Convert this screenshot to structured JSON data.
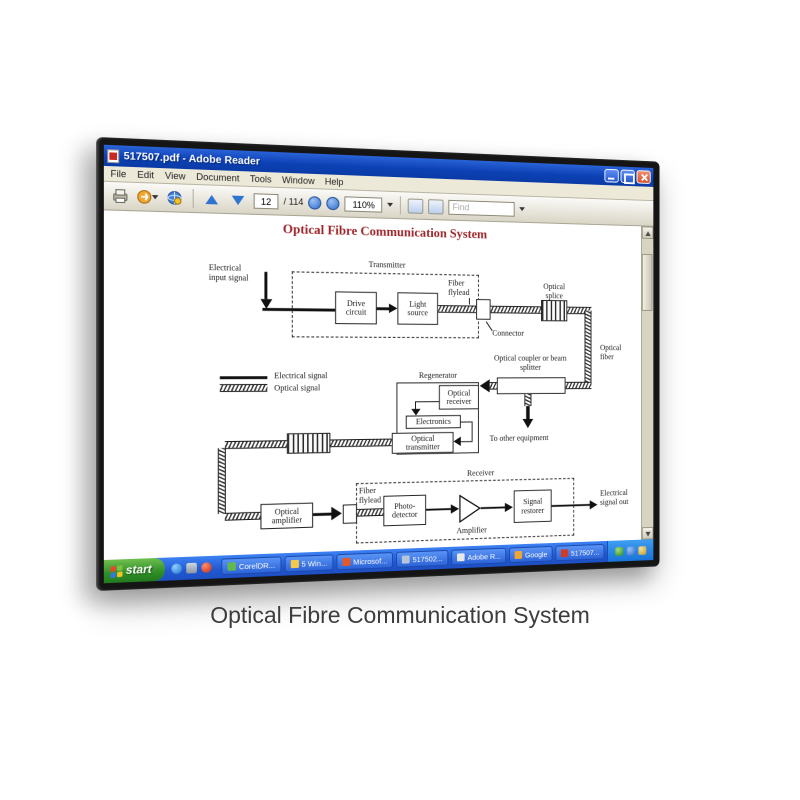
{
  "colors": {
    "titlebar_blue": "#0c41b4",
    "taskbar_blue": "#2258d0",
    "start_green": "#2f8f27",
    "doc_title_red": "#9e262b"
  },
  "window": {
    "title": "517507.pdf - Adobe Reader",
    "menu": [
      "File",
      "Edit",
      "View",
      "Document",
      "Tools",
      "Window",
      "Help"
    ],
    "toolbar": {
      "page": "12",
      "page_total": "/ 114",
      "zoom": "110%",
      "find_placeholder": "Find"
    }
  },
  "diagram": {
    "title": "Optical Fibre Communication System",
    "electrical_input": "Electrical input signal",
    "transmitter": "Transmitter",
    "drive_circuit": "Drive circuit",
    "light_source": "Light source",
    "fiber_flylead": "Fiber flylead",
    "connector": "Connector",
    "optical_splice": "Optical splice",
    "optical_fiber": "Optical fiber",
    "optical_coupler": "Optical coupler or beam splitter",
    "to_other_equipment": "To other equipment",
    "regenerator": "Regenerator",
    "optical_receiver": "Optical receiver",
    "electronics": "Electronics",
    "optical_transmitter": "Optical transmitter",
    "legend_electrical": "Electrical signal",
    "legend_optical": "Optical signal",
    "optical_amplifier": "Optical amplifier",
    "receiver": "Receiver",
    "fiber_flylead2": "Fiber flylead",
    "photo_detector": "Photo-detector",
    "amplifier": "Amplifier",
    "signal_restorer": "Signal restorer",
    "electrical_output": "Electrical signal out"
  },
  "taskbar": {
    "start_label": "start",
    "buttons": [
      {
        "label": "CorelDR..."
      },
      {
        "label": "5 Win..."
      },
      {
        "label": "Microsof..."
      },
      {
        "label": "517502..."
      },
      {
        "label": "Adobe R..."
      },
      {
        "label": "Google"
      },
      {
        "label": "517507..."
      }
    ]
  },
  "caption": "Optical Fibre Communication System"
}
